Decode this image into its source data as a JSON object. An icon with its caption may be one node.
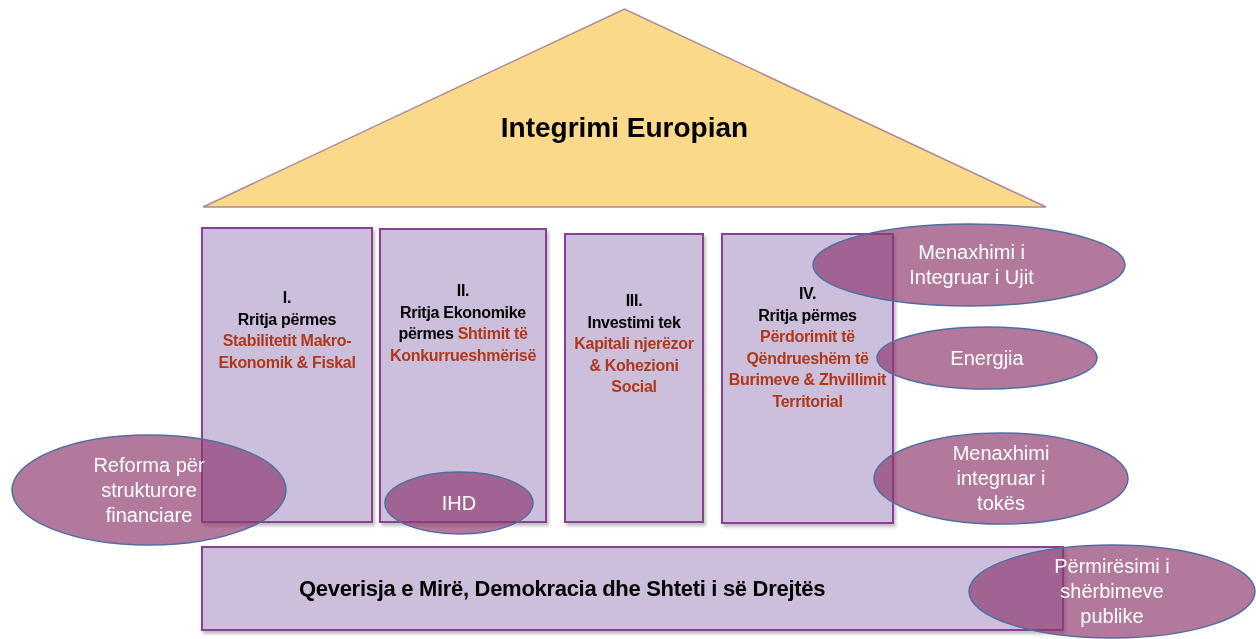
{
  "diagram": {
    "nodes": [
      {
        "text": [
          "Integrimi Europian"
        ]
      },
      {
        "text": [
          "I.",
          "Rritja përmes",
          "Stabilitetit Makro-Ekonomik & Fiskal"
        ]
      },
      {
        "text": [
          "II.",
          "Rritja Ekonomike përmes",
          "Shtimit të Konkurrueshmërisë"
        ]
      },
      {
        "text": [
          "III.",
          "Investimi tek",
          "Kapitali njerëzor & Kohezioni Social"
        ]
      },
      {
        "text": [
          "IV.",
          "Rritja përmes",
          "Përdorimit të Qëndrueshëm të Burimeve & Zhvillimit Territorial"
        ]
      },
      {
        "text": [
          "Qeverisja e Mirë, Demokracia dhe Shteti i së Drejtës"
        ]
      },
      {
        "text": [
          "Menaxhimi i Integruar i Ujit"
        ]
      },
      {
        "text": [
          "Energjia"
        ]
      },
      {
        "text": [
          "Reforma për strukturore financiare"
        ]
      },
      {
        "text": [
          "IHD"
        ]
      },
      {
        "text": [
          "Menaxhimi integruar i tokës"
        ]
      },
      {
        "text": [
          "Përmirësimi i shërbimeve publike"
        ]
      }
    ]
  }
}
